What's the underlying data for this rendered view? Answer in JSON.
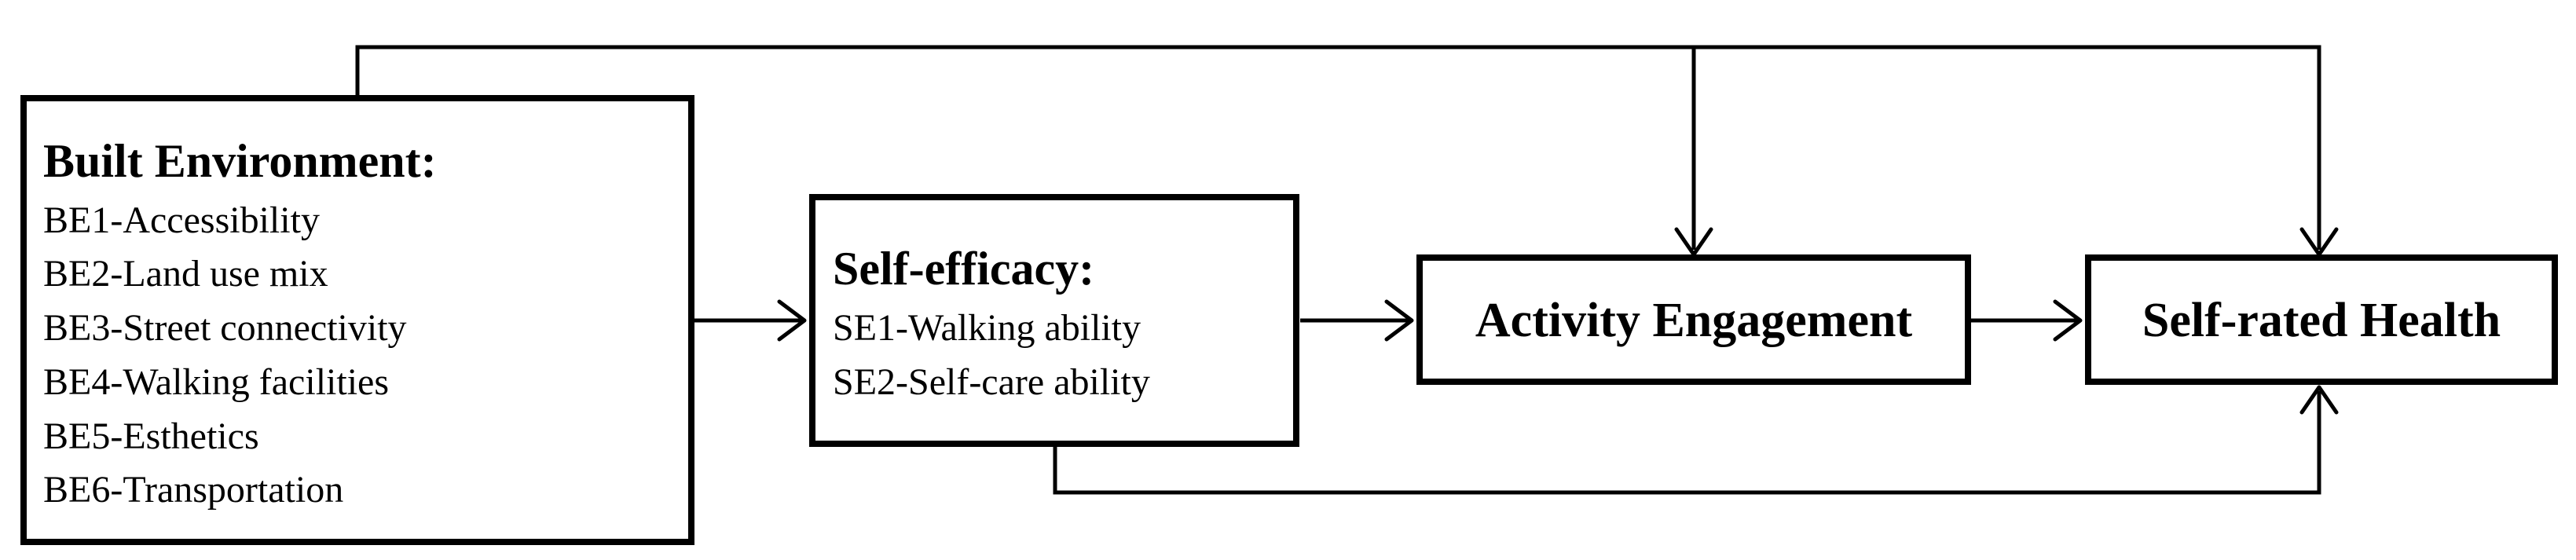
{
  "built_environment": {
    "title": "Built Environment:",
    "items": [
      "BE1-Accessibility",
      "BE2-Land use mix",
      "BE3-Street connectivity",
      "BE4-Walking facilities",
      "BE5-Esthetics",
      "BE6-Transportation"
    ]
  },
  "self_efficacy": {
    "title": "Self-efficacy:",
    "items": [
      "SE1-Walking ability",
      "SE2-Self-care ability"
    ]
  },
  "activity_engagement": {
    "title": "Activity Engagement"
  },
  "self_rated_health": {
    "title": "Self-rated Health"
  },
  "colors": {
    "stroke": "#000000",
    "background": "#ffffff"
  }
}
